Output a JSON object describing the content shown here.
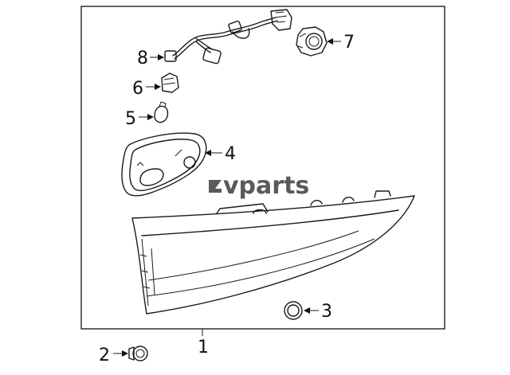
{
  "diagram": {
    "watermark_text": "vparts",
    "callouts": {
      "c1": "1",
      "c2": "2",
      "c3": "3",
      "c4": "4",
      "c5": "5",
      "c6": "6",
      "c7": "7",
      "c8": "8"
    }
  }
}
